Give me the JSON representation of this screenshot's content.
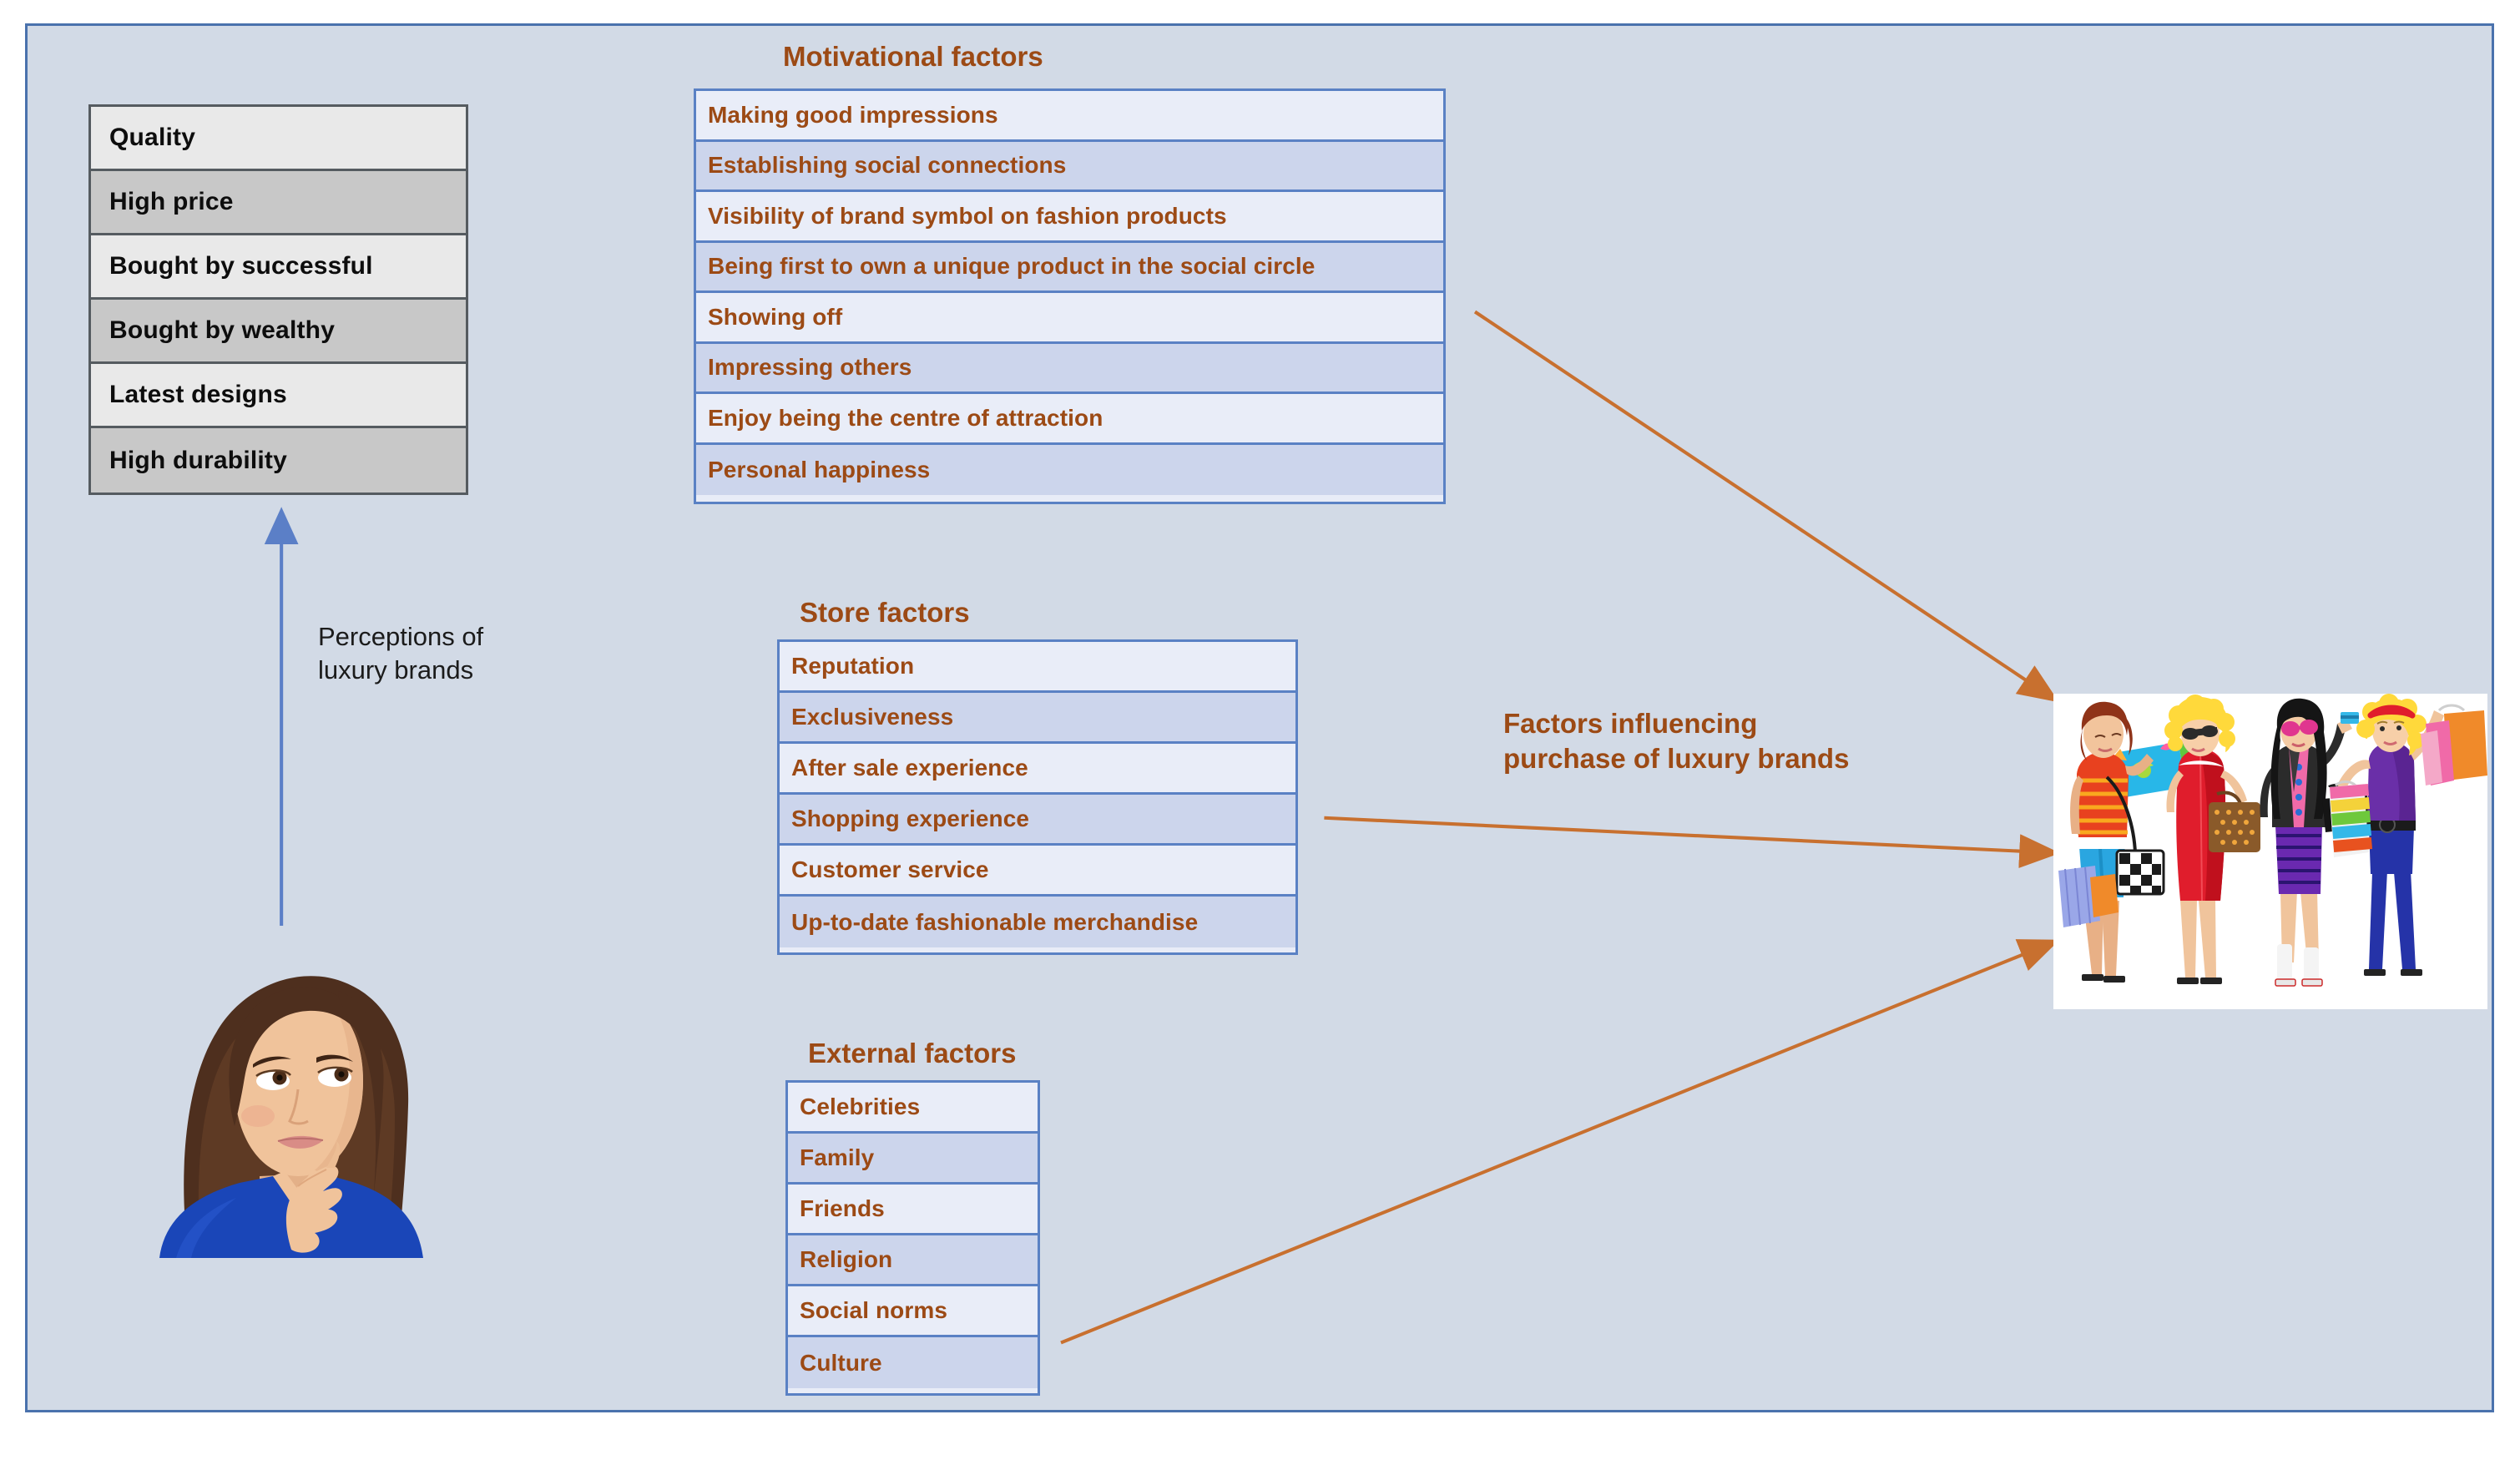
{
  "colors": {
    "canvas_bg": "#d2dae6",
    "frame_border": "#4a72ad",
    "brown_text": "#9c4a15",
    "blue_table_border": "#5a81c4",
    "blue_row_light": "#e9edf8",
    "blue_row_dark": "#ccd5ec",
    "grey_table_border": "#555b60",
    "grey_row_light": "#e9e9e9",
    "grey_row_dark": "#c8c8c8",
    "orange_arrow": "#d07838",
    "blue_arrow": "#5b7fc7"
  },
  "perceptions": {
    "caption": "Perceptions of\nluxury brands",
    "caption_line1": "Perceptions of",
    "caption_line2": "luxury brands",
    "items": [
      "Quality",
      "High price",
      "Bought by successful",
      "Bought by wealthy",
      "Latest designs",
      "High durability"
    ]
  },
  "motivational": {
    "caption": "Motivational factors",
    "items": [
      "Making good impressions",
      "Establishing social connections",
      "Visibility of brand symbol on fashion products",
      "Being first to own a unique product in the social circle",
      "Showing off",
      "Impressing others",
      "Enjoy being the centre of attraction",
      "Personal happiness"
    ]
  },
  "store": {
    "caption": "Store factors",
    "items": [
      "Reputation",
      "Exclusiveness",
      "After sale experience",
      "Shopping experience",
      "Customer service",
      "Up-to-date fashionable merchandise"
    ]
  },
  "external": {
    "caption": "External factors",
    "items": [
      "Celebrities",
      "Family",
      "Friends",
      "Religion",
      "Social norms",
      "Culture"
    ]
  },
  "center_label": {
    "line1": "Factors influencing",
    "line2": "purchase of luxury brands"
  },
  "images": {
    "thinker_alt": "thinking-woman-photo",
    "shoppers_alt": "four-female-shoppers-illustration"
  }
}
